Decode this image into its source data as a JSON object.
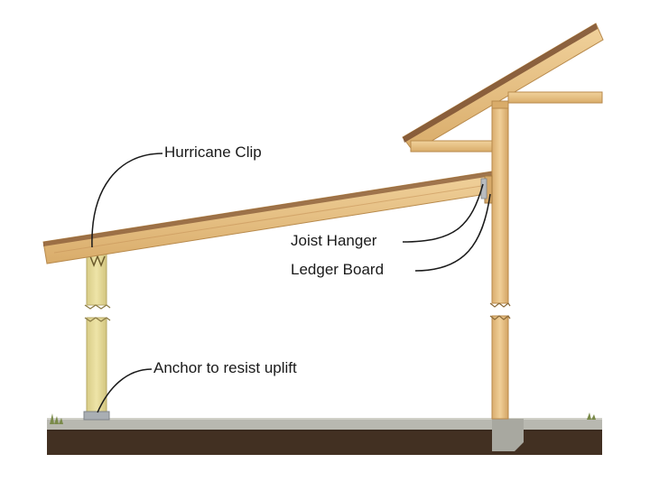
{
  "labels": {
    "hurricane_clip": "Hurricane Clip",
    "joist_hanger": "Joist Hanger",
    "ledger_board": "Ledger Board",
    "anchor": "Anchor to resist uplift"
  },
  "colors": {
    "lumber": "#e8c48c",
    "lumber_dark": "#c99a5a",
    "roof_edge": "#7a5a3a",
    "post": "#e7dc9a",
    "concrete": "#b5b5ad",
    "soil": "#3a2a1e",
    "grass": "#7a8a4a",
    "leader_line": "#1a1a1a"
  },
  "icons": [
    "rafter-graphic",
    "post-graphic",
    "ground-graphic"
  ]
}
